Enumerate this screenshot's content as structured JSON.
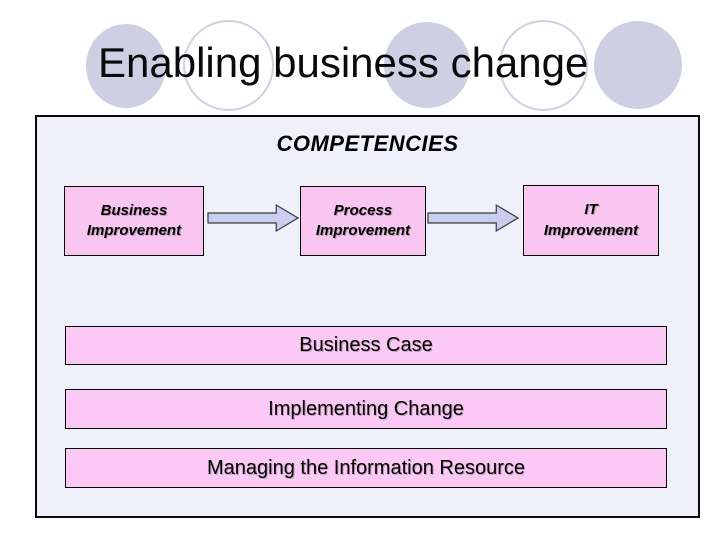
{
  "slide_title": "Enabling business change",
  "panel": {
    "heading": "COMPETENCIES",
    "competencies": [
      {
        "label": "Business\nImprovement"
      },
      {
        "label": "Process\nImprovement"
      },
      {
        "label": "IT\nImprovement"
      }
    ],
    "process_bars": [
      {
        "label": "Business Case"
      },
      {
        "label": "Implementing Change"
      },
      {
        "label": "Managing the Information Resource"
      }
    ]
  },
  "colors": {
    "competency_box_fill": "#f9c5f1",
    "bar_fill": "#fcc8f6",
    "arrow_fill": "#c9cdee",
    "panel_background": "#f0f0fa",
    "circle_fill": "#cfcfe4",
    "circle_outline": "#d0d0e0",
    "text": "#000000"
  }
}
